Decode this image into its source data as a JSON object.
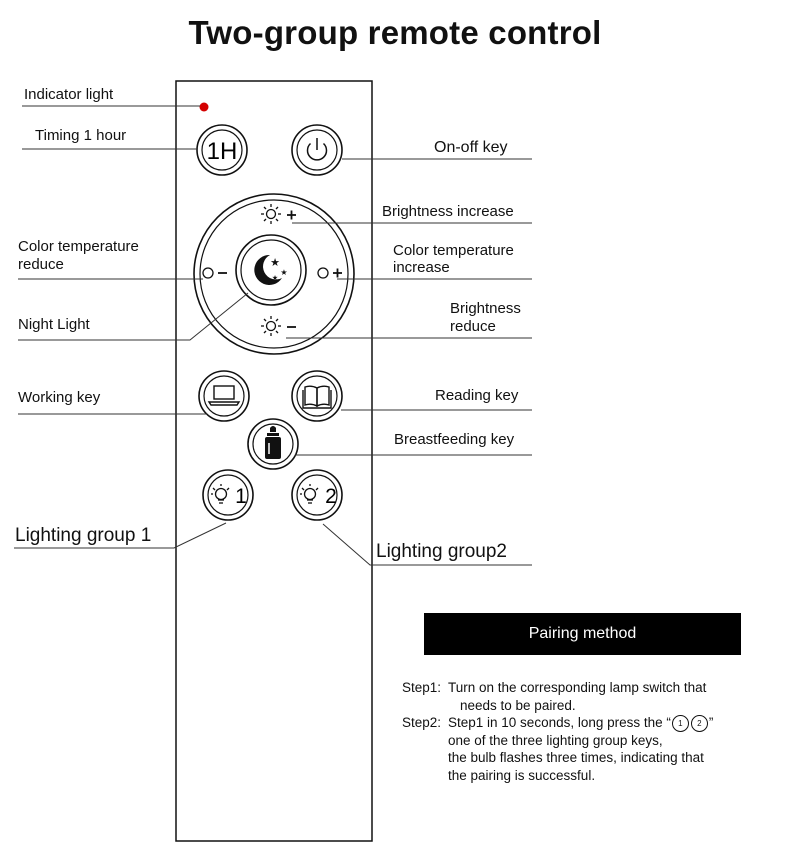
{
  "title": "Two-group remote control",
  "remote": {
    "timer_button": "1H",
    "night_icon": "moon-stars-icon",
    "power_icon": "power-icon",
    "brightness_plus_icon": "sun-plus-icon",
    "brightness_minus_icon": "sun-minus-icon",
    "color_minus_icon": "circle-minus-icon",
    "color_plus_icon": "circle-plus-icon",
    "working_icon": "laptop-icon",
    "reading_icon": "book-icon",
    "breastfeeding_icon": "bottle-icon",
    "group1_button": "1",
    "group2_button": "2",
    "indicator_color": "#d40000"
  },
  "labels": {
    "indicator": "Indicator light",
    "timing": "Timing 1 hour",
    "onoff": "On-off key",
    "brightness_increase": "Brightness increase",
    "color_reduce_1": "Color  temperature",
    "color_reduce_2": "reduce",
    "color_increase_1": "Color temperature",
    "color_increase_2": "increase",
    "night": "Night Light",
    "brightness_reduce_1": "Brightness",
    "brightness_reduce_2": "reduce",
    "working": "Working key",
    "reading": "Reading key",
    "breastfeeding": "Breastfeeding key",
    "group1": "Lighting group 1",
    "group2": "Lighting group2"
  },
  "pairing": {
    "heading": "Pairing method",
    "step1_lead": "Step1:",
    "step1_line1": "Turn on the corresponding lamp switch that",
    "step1_line2": "needs to be paired.",
    "step2_lead": "Step2:",
    "step2_line1_pre": "Step1 in 10 seconds, long press the  “",
    "step2_icon1": "1",
    "step2_icon2": "2",
    "step2_line1_post": "”",
    "step2_line2": "one of the three lighting group keys,",
    "step2_line3": "the bulb flashes three times, indicating that",
    "step2_line4": "the pairing is successful."
  }
}
